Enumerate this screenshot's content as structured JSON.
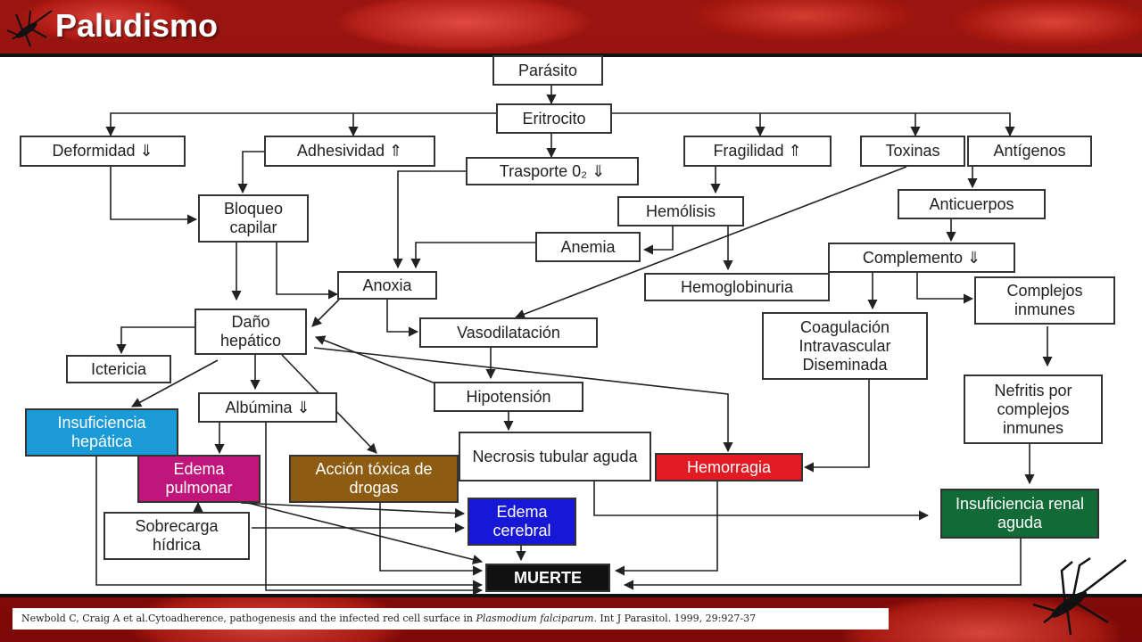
{
  "title": "Paludismo",
  "citation": {
    "text": "Newbold C, Craig A et al.Cytoadherence, pathogenesis and the infected red cell surface in ",
    "italic": "Plasmodium falciparum",
    "tail": ". Int J Parasitol. 1999, 29:927-37"
  },
  "nodes": {
    "parasito": "Parásito",
    "eritrocito": "Eritrocito",
    "deformidad": "Deformidad ⇓",
    "adhesividad": "Adhesividad ⇑",
    "trasporte": "Trasporte 0₂ ⇓",
    "fragilidad": "Fragilidad ⇑",
    "toxinas": "Toxinas",
    "antigenos": "Antígenos",
    "bloqueo": "Bloqueo capilar",
    "hemolisis": "Hemólisis",
    "anticuerpos": "Anticuerpos",
    "anemia": "Anemia",
    "complemento": "Complemento ⇓",
    "anoxia": "Anoxia",
    "hemoglobinuria": "Hemoglobinuria",
    "complejos": "Complejos inmunes",
    "dano": "Daño hepático",
    "vasodilatacion": "Vasodilatación",
    "coagulacion": "Coagulación Intravascular Diseminada",
    "ictericia": "Ictericia",
    "hipotension": "Hipotensión",
    "nefritis": "Nefritis por complejos inmunes",
    "albumina": "Albúmina ⇓",
    "insuf_hepatica": "Insuficiencia hepática",
    "necrosis": "Necrosis tubular aguda",
    "edema_pulmonar": "Edema pulmonar",
    "accion": "Acción tóxica de drogas",
    "hemorragia": "Hemorragia",
    "insuf_renal": "Insuficiencia renal aguda",
    "sobrecarga": "Sobrecarga hídrica",
    "edema_cerebral": "Edema cerebral",
    "muerte": "MUERTE"
  },
  "colors": {
    "insuf_hepatica": "#1a9ad6",
    "edema_pulmonar": "#c0157a",
    "accion": "#8d5c12",
    "edema_cerebral": "#1717d8",
    "hemorragia": "#e21a22",
    "insuf_renal": "#126a36",
    "muerte": "#111111"
  },
  "icons": [
    "mosquito-icon"
  ]
}
